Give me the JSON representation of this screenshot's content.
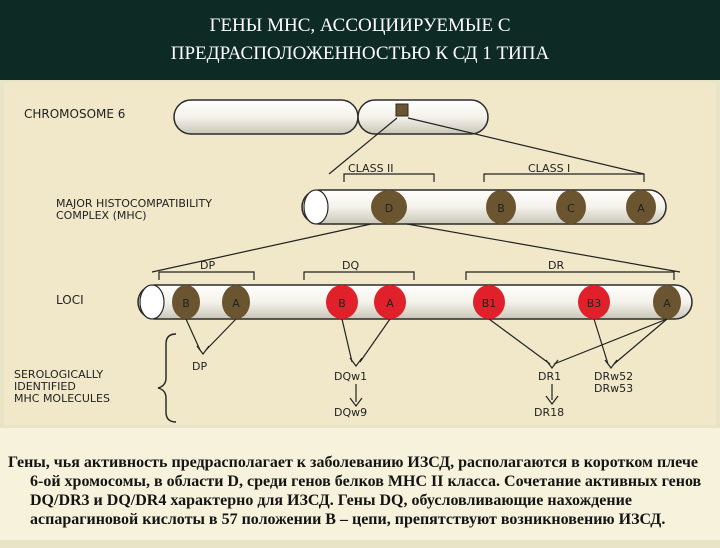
{
  "title": {
    "line1": "ГЕНЫ МНС, АССОЦИИРУЕМЫЕ С",
    "line2": "ПРЕДРАСПОЛОЖЕННОСТЬЮ К СД 1 ТИПА"
  },
  "diagram": {
    "row_labels": {
      "chromosome": "CHROMOSOME 6",
      "mhc_line1": "MAJOR HISTOCOMPATIBILITY",
      "mhc_line2": "COMPLEX (MHC)",
      "loci": "LOCI",
      "sero_line1": "SEROLOGICALLY",
      "sero_line2": "IDENTIFIED",
      "sero_line3": "MHC MOLECULES"
    },
    "class_labels": {
      "class2": "CLASS II",
      "class1": "CLASS I"
    },
    "mhc_bands": {
      "d": "D",
      "b": "B",
      "c": "C",
      "a": "A"
    },
    "loci_groups": {
      "dp": "DP",
      "dq": "DQ",
      "dr": "DR"
    },
    "loci_bands": {
      "dp_b": "B",
      "dp_a": "A",
      "dq_b": "B",
      "dq_a": "A",
      "dr_b1": "B1",
      "dr_b3": "B3",
      "dr_a": "A"
    },
    "molecules": {
      "dp": "DP",
      "dqw1": "DQw1",
      "dqw9": "DQw9",
      "dr1": "DR1",
      "dr18": "DR18",
      "drw52": "DRw52",
      "drw53": "DRw53"
    },
    "colors": {
      "chromosome_fill": "#fbfbf6",
      "brown_band": "#6b5530",
      "red_band": "#e0202a",
      "outline": "#2a2a2a"
    }
  },
  "caption": "Гены, чья активность предрасполагает к заболеванию ИЗСД, располагаются в коротком плече 6-ой хромосомы, в области D, среди генов белков  МНС II класса. Сочетание активных генов DQ/DR3 и DQ/DR4 характерно для ИЗСД. Гены DQ, обусловливающие нахождение аспарагиновой кислоты в 57 положении В – цепи,  препятствуют возникновению ИЗСД."
}
